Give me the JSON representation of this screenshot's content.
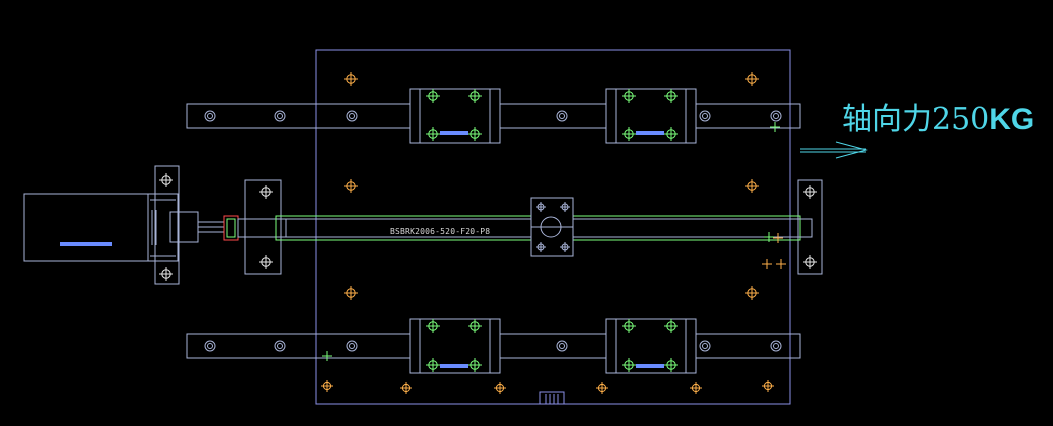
{
  "force_label": {
    "prefix": "轴向力",
    "value": "250",
    "unit": "KG"
  },
  "ballscrew_label": "BSBRK2006-520-F20-P8",
  "colors": {
    "background": "#000000",
    "outline": "#8a8fe6",
    "rail": "#a9b4d8",
    "screw": "#7cff7c",
    "coupling": "#ff4a4a",
    "force_text": "#4fd6e8",
    "bolt_cross": "#7cff7c",
    "fastener": "#ffb04a",
    "bar": "#6a8cff",
    "plate_fill": "#000000"
  },
  "icons": [
    "crosshair-bolt-icon",
    "circle-hole-icon",
    "force-arrow-icon"
  ]
}
